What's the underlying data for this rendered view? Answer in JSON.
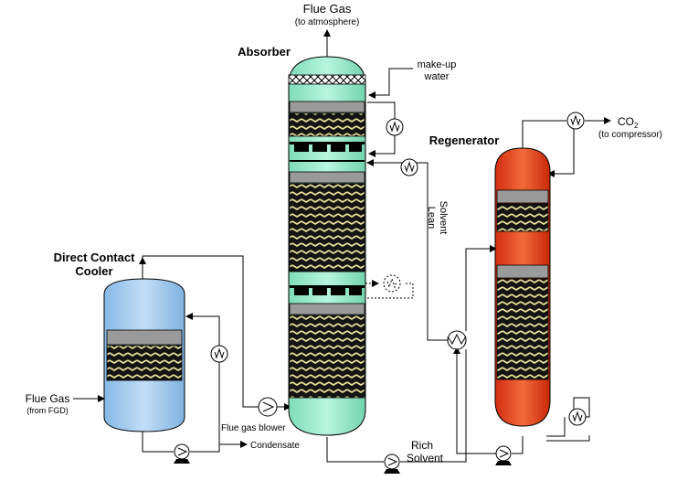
{
  "labels": {
    "flue_gas_out": "Flue Gas",
    "to_atmosphere": "(to atmosphere)",
    "absorber": "Absorber",
    "makeup_water_1": "make-up",
    "makeup_water_2": "water",
    "regenerator": "Regenerator",
    "co2": "CO",
    "co2_sub": "2",
    "to_compressor": "(to compressor)",
    "direct_contact_cooler_1": "Direct Contact",
    "direct_contact_cooler_2": "Cooler",
    "flue_gas_in": "Flue Gas",
    "from_fgd": "(from FGD)",
    "flue_gas_blower": "Flue gas blower",
    "condensate": "Condensate",
    "lean": "Lean",
    "solvent_lean": "Solvent",
    "rich": "Rich",
    "solvent_rich": "Solvent"
  },
  "colors": {
    "absorber": "#a6efd6",
    "cooler": "#a8cdf0",
    "regenerator": "#e8401c",
    "packing_bg": "#111111",
    "packing_stripe": "#e8e49a",
    "distributor": "#999999"
  },
  "icons": [
    "pump-icon",
    "heat-exchanger-icon",
    "cooler-icon",
    "blower-icon",
    "arrow-icon"
  ]
}
